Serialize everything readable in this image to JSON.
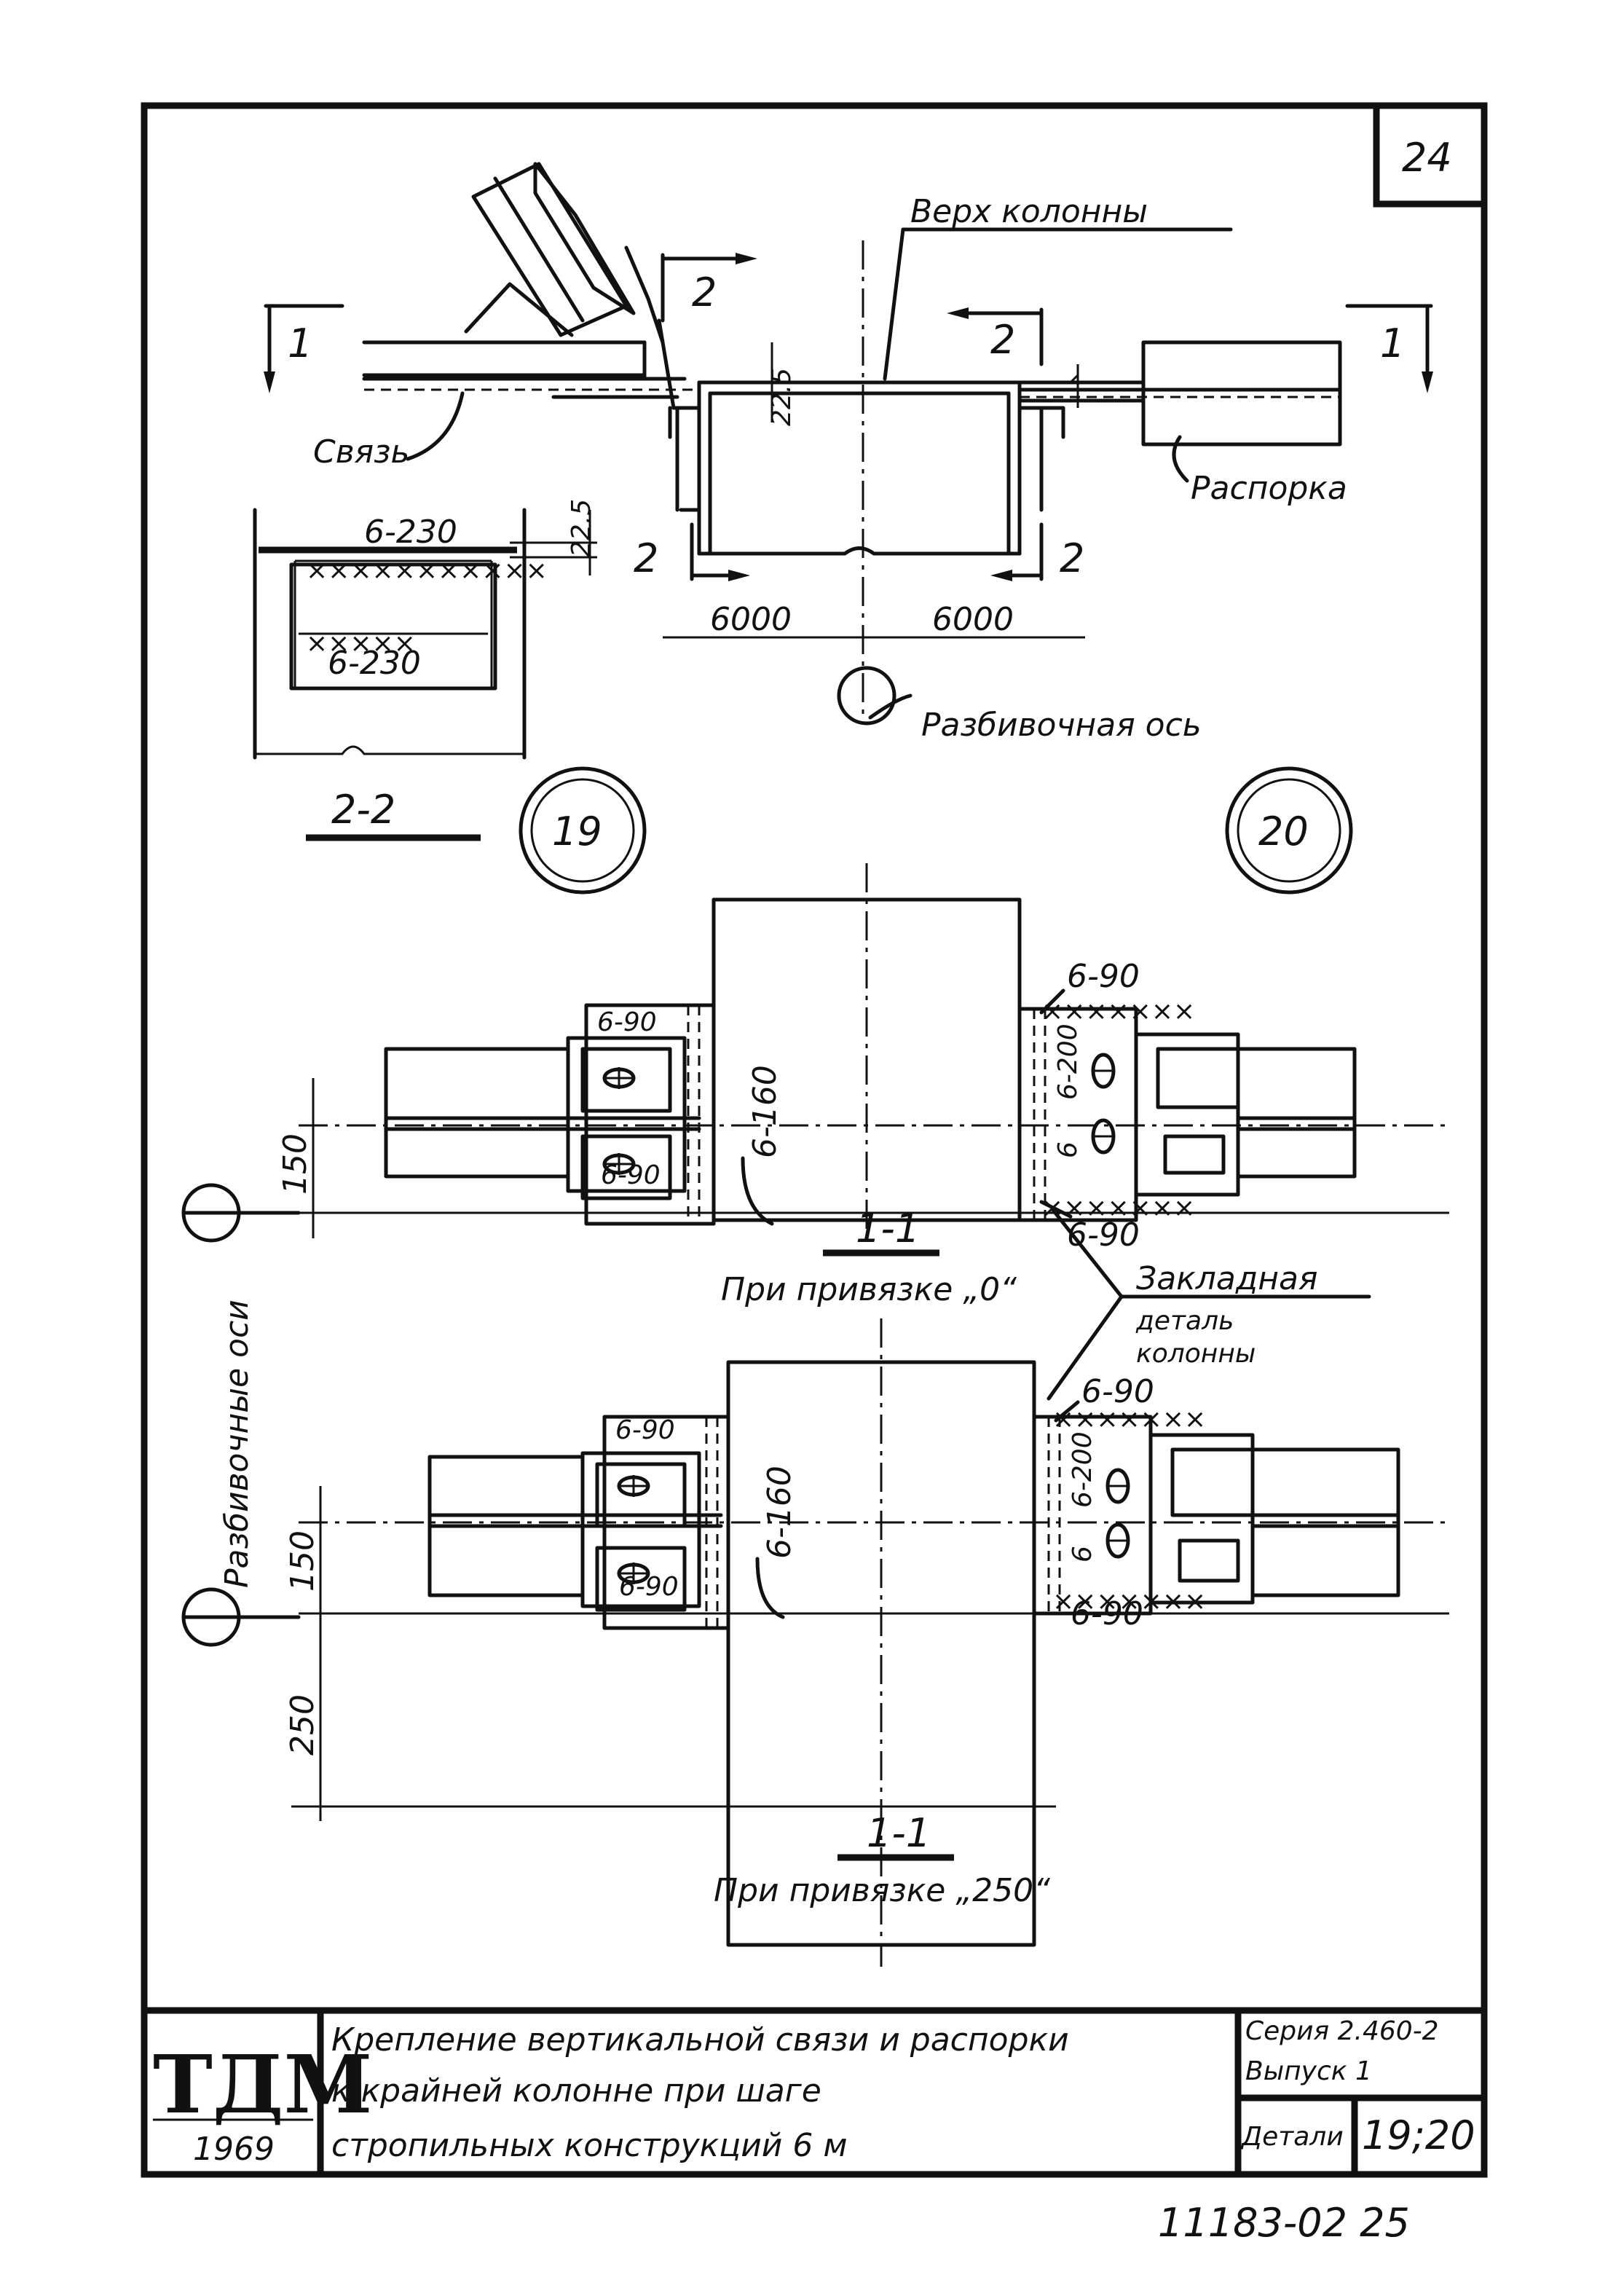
{
  "sheet": {
    "number": "24",
    "footer_number": "11183-02  25"
  },
  "detail_top": {
    "label_top_column": "Верх колонны",
    "label_brace": "Связь",
    "label_strut": "Распорка",
    "label_axis": "Разбивочная ось",
    "section_1": "1",
    "section_2": "2",
    "dim_225": "22.5",
    "dim_left": "6000",
    "dim_right": "6000"
  },
  "section_2_2": {
    "title": "2-2",
    "weld_top": "6-230",
    "weld_bottom": "6-230",
    "dim": "22.5"
  },
  "circles": {
    "left": "19",
    "right": "20"
  },
  "plan_upper": {
    "title": "1-1",
    "caption": "При привязке „0“",
    "weld_90_top_left": "6-90",
    "weld_90_bottom_left": "6-90",
    "weld_160": "6-160",
    "weld_90_top_right": "6-90",
    "weld_90_bottom_right": "6-90",
    "weld_200": "6-200",
    "weld_6": "6",
    "dim_150": "150"
  },
  "plan_lower": {
    "title": "1-1",
    "caption": "При привязке „250“",
    "weld_90_top_left": "6-90",
    "weld_90_bottom_left": "6-90",
    "weld_160": "6-160",
    "weld_90_top_right": "6-90",
    "weld_90_bottom_right": "6-90",
    "weld_200": "6-200",
    "weld_6": "6",
    "dim_150": "150",
    "dim_250": "250"
  },
  "embedded_label": {
    "line1": "Закладная",
    "line2": "деталь",
    "line3": "колонны"
  },
  "axes_label": "Разбивочные оси",
  "title_block": {
    "logo": "ТДМ",
    "year": "1969",
    "title_line1": "Крепление вертикальной связи и распорки",
    "title_line2": "к крайней колонне при шаге",
    "title_line3": "стропильных конструкций 6 м",
    "series": "Серия 2.460-2",
    "issue": "Выпуск 1",
    "details_label": "Детали",
    "details_value": "19;20"
  }
}
